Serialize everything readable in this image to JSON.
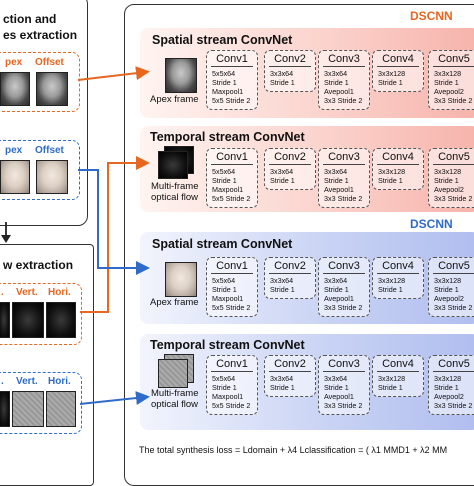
{
  "left": {
    "top_title_line1": "ction and",
    "top_title_line2": "es extraction",
    "top_apex": "pex",
    "top_offset": "Offset",
    "mid_apex": "pex",
    "mid_offset": "Offset",
    "bottom_title": "w extraction",
    "row1_labels": [
      ".",
      "Vert.",
      "Hori."
    ],
    "row2_labels": [
      ".",
      "Vert.",
      "Hori."
    ]
  },
  "panel1": {
    "label": "DSCNN",
    "color": "#e6671f"
  },
  "panel2": {
    "label": "DSCNN",
    "color": "#2f6cc9"
  },
  "streams": [
    {
      "title": "Spatial stream ConvNet",
      "input_label": [
        "Apex frame"
      ]
    },
    {
      "title": "Temporal stream ConvNet",
      "input_label": [
        "Multi-frame",
        "optical flow"
      ]
    },
    {
      "title": "Spatial stream ConvNet",
      "input_label": [
        "Apex frame"
      ]
    },
    {
      "title": "Temporal stream ConvNet",
      "input_label": [
        "Multi-frame",
        "optical flow"
      ]
    }
  ],
  "convs": [
    {
      "name": "Conv1",
      "lines": [
        "5x5x64",
        "Stride 1",
        "Maxpool1",
        "5x5 Stride 2"
      ]
    },
    {
      "name": "Conv2",
      "lines": [
        "3x3x64",
        "Stride 1"
      ]
    },
    {
      "name": "Conv3",
      "lines": [
        "3x3x64",
        "Stride 1",
        "Avepool1",
        "3x3 Stride 2"
      ]
    },
    {
      "name": "Conv4",
      "lines": [
        "3x3x128",
        "Stride 1"
      ]
    },
    {
      "name": "Conv5",
      "lines": [
        "3x3x128",
        "Stride 1",
        "Avepool2",
        "3x3 Stride 2"
      ]
    }
  ],
  "footer": "The total synthesis loss = Ldomain + λ4 Lclassification = ( λ1 MMD1 + λ2 MM"
}
